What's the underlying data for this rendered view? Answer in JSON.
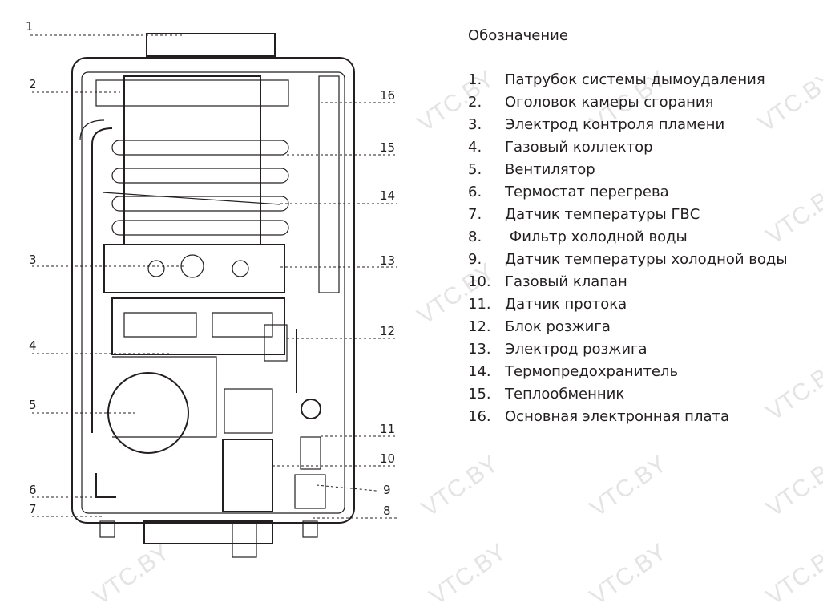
{
  "watermark": "VTC.BY",
  "callouts_left": [
    "1",
    "2",
    "3",
    "4",
    "5",
    "6",
    "7"
  ],
  "callouts_right": [
    "16",
    "15",
    "14",
    "13",
    "12",
    "11",
    "10",
    "9",
    "8"
  ],
  "legend": {
    "title": "Обозначение",
    "items": [
      {
        "num": "1.",
        "label": "Патрубок системы дымоудаления"
      },
      {
        "num": "2.",
        "label": "Оголовок камеры сгорания"
      },
      {
        "num": "3.",
        "label": "Электрод контроля пламени"
      },
      {
        "num": "4.",
        "label": "Газовый коллектор"
      },
      {
        "num": "5.",
        "label": "Вентилятор"
      },
      {
        "num": "6.",
        "label": "Термостат перегрева"
      },
      {
        "num": "7.",
        "label": "Датчик температуры ГВС"
      },
      {
        "num": "8.",
        "label": " Фильтр холодной воды"
      },
      {
        "num": "9.",
        "label": "Датчик температуры холодной воды"
      },
      {
        "num": "10.",
        "label": "Газовый клапан"
      },
      {
        "num": "11.",
        "label": "Датчик протока"
      },
      {
        "num": "12.",
        "label": "Блок розжига"
      },
      {
        "num": "13.",
        "label": "Электрод розжига"
      },
      {
        "num": "14.",
        "label": "Термопредохранитель"
      },
      {
        "num": "15.",
        "label": "Теплообменник"
      },
      {
        "num": "16.",
        "label": "Основная электронная плата"
      }
    ]
  }
}
